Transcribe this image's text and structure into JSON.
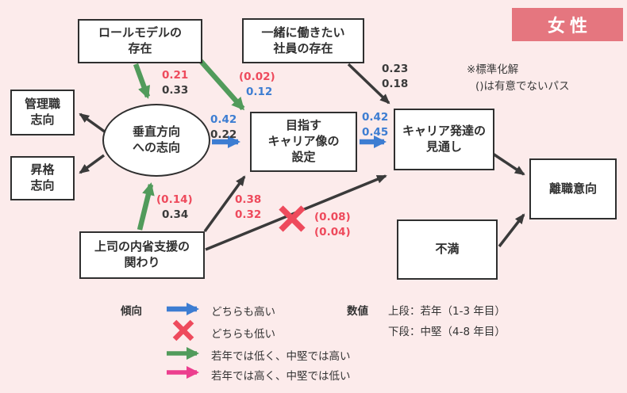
{
  "header": {
    "gender_badge": "女性",
    "note_line1": "※標準化解",
    "note_line2": "()は有意でないパス"
  },
  "nodes": {
    "role_model": "ロールモデルの\n存在",
    "coworker": "一緒に働きたい\n社員の存在",
    "managerial": "管理職\n志向",
    "promotion": "昇格\n志向",
    "vertical": "垂直方向\nへの志向",
    "career_image": "目指す\nキャリア像の\n設定",
    "career_outlook": "キャリア発達の\n見通し",
    "turnover": "離職意向",
    "supervisor": "上司の内省支援の\n関わり",
    "dissatisfaction": "不満"
  },
  "coefficients": {
    "role_to_vertical": {
      "upper": "0.21",
      "lower": "0.33"
    },
    "role_to_career_image": {
      "upper": "(0.02)",
      "lower": "0.12"
    },
    "coworker_to_outlook": {
      "upper": "0.23",
      "lower": "0.18"
    },
    "vertical_to_career_image": {
      "upper": "0.42",
      "lower": "0.22"
    },
    "career_image_to_outlook": {
      "upper": "0.42",
      "lower": "0.45"
    },
    "supervisor_to_vertical": {
      "upper": "(0.14)",
      "lower": "0.34"
    },
    "supervisor_to_career_image": {
      "upper": "0.38",
      "lower": "0.32"
    },
    "supervisor_to_outlook": {
      "upper": "(0.08)",
      "lower": "(0.04)"
    }
  },
  "legend": {
    "trend_label": "傾向",
    "items": [
      {
        "marker": "blue-arrow-icon",
        "label": "どちらも高い"
      },
      {
        "marker": "red-x-icon",
        "label": "どちらも低い"
      },
      {
        "marker": "green-arrow-icon",
        "label": "若年では低く、中堅では高い"
      },
      {
        "marker": "pink-arrow-icon",
        "label": "若年では高く、中堅では低い"
      }
    ],
    "values_label": "数値",
    "values_line1": "上段：若年（1-3 年目）",
    "values_line2": "下段：中堅（4-8 年目）"
  },
  "colors": {
    "background": "#fcebeb",
    "badge": "#e5767f",
    "blue": "#3d7dd2",
    "green": "#519b5b",
    "red": "#ee4a5c",
    "pink": "#ec3e8e",
    "black": "#3a3a3a"
  }
}
